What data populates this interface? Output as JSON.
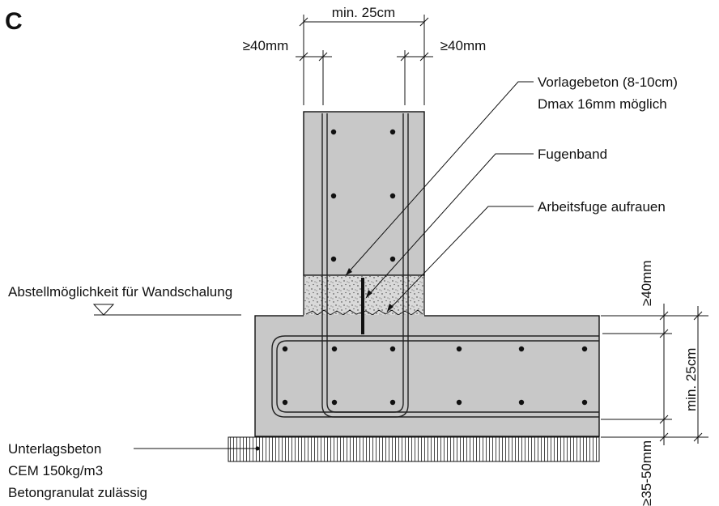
{
  "figure_label": "C",
  "dimensions": {
    "wall_width": "min. 25cm",
    "cover_left": "≥40mm",
    "cover_right": "≥40mm",
    "slab_cover_top": "≥40mm",
    "slab_thickness": "min. 25cm",
    "slab_cover_bottom": "≥35-50mm"
  },
  "callouts": {
    "vorlagebeton_line1": "Vorlagebeton (8-10cm)",
    "vorlagebeton_line2": "Dmax 16mm möglich",
    "fugenband": "Fugenband",
    "arbeitsfuge": "Arbeitsfuge aufrauen",
    "abstell": "Abstellmöglichkeit für Wandschalung",
    "unterlags_line1": "Unterlagsbeton",
    "unterlags_line2": "CEM 150kg/m3",
    "unterlags_line3": "Betongranulat zulässig"
  },
  "colors": {
    "concrete": "#c8c8c8",
    "outline": "#111111",
    "grout": "#dcdcdc"
  }
}
